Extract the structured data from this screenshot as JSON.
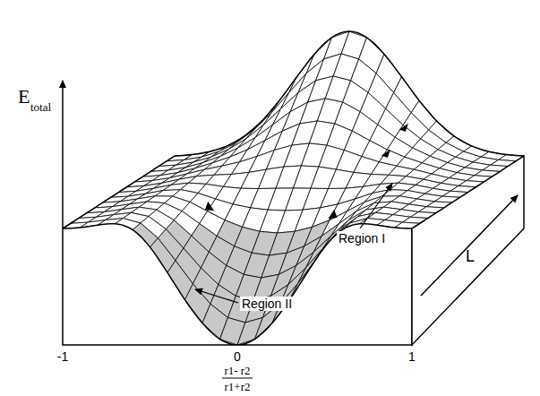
{
  "diagram": {
    "labels": [
      "E",
      "total",
      "-1",
      "0",
      "1",
      "r1- r2",
      "r1+r2",
      "L",
      "Region I",
      "Region II"
    ]
  }
}
